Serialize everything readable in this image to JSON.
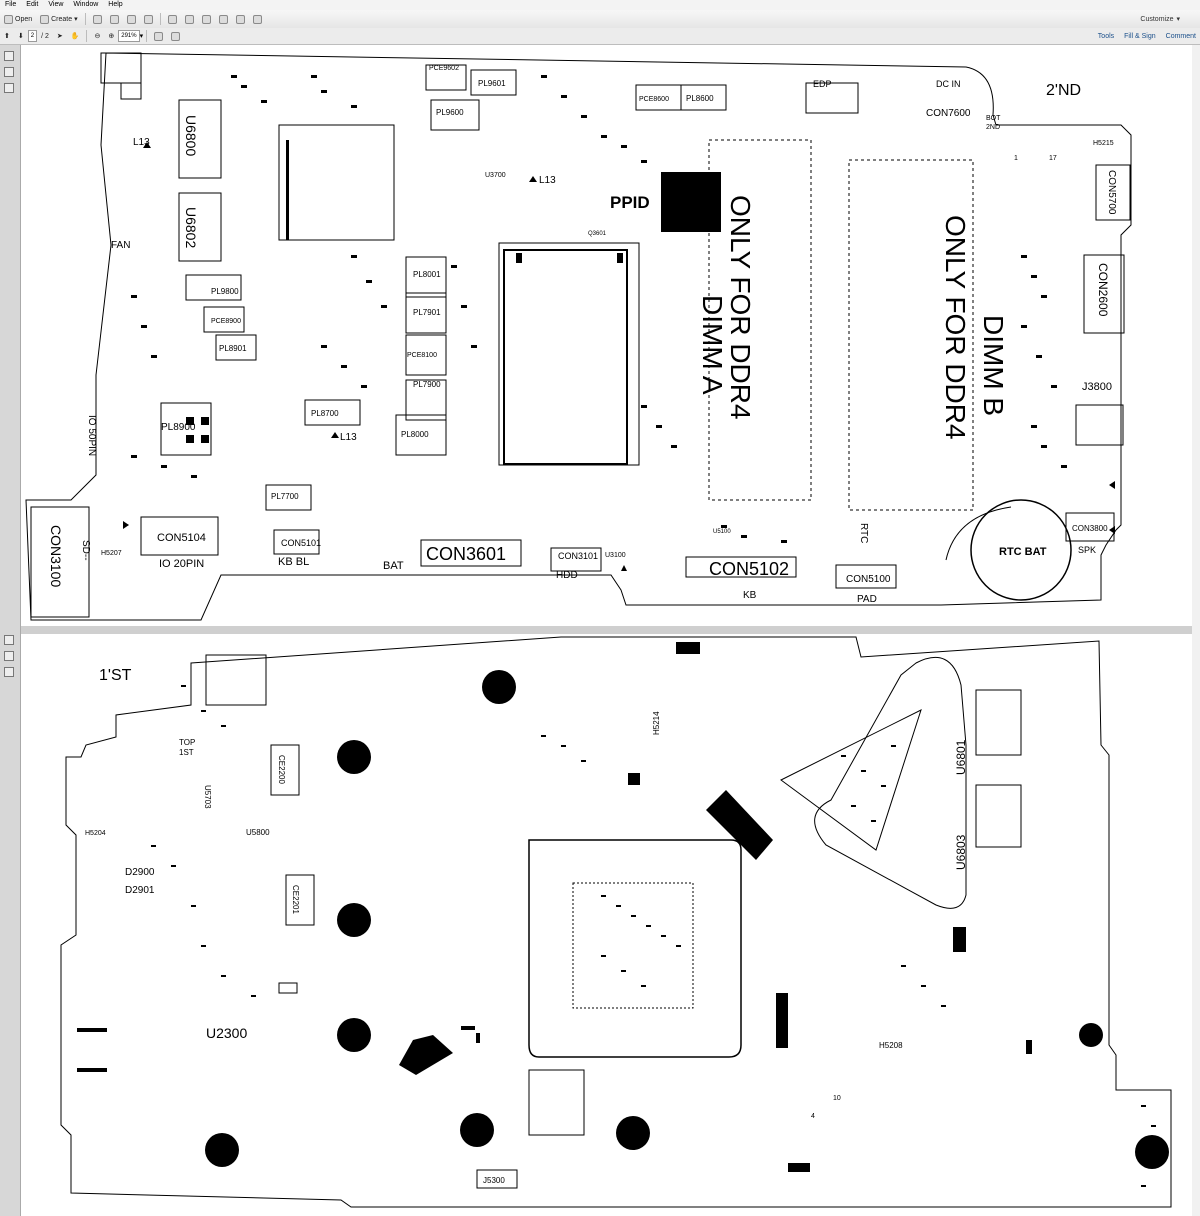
{
  "menu": [
    "File",
    "Edit",
    "View",
    "Window",
    "Help"
  ],
  "toolbar": {
    "open_label": "Open",
    "create_label": "Create",
    "customize_label": "Customize",
    "page_current": "2",
    "page_total": "/ 2",
    "zoom": "291%",
    "tools_label": "Tools",
    "fill_sign_label": "Fill & Sign",
    "comment_label": "Comment"
  },
  "schematic": {
    "side2_label": "2'ND",
    "side1_label": "1'ST",
    "ppid": "PPID",
    "dimm_a_line1": "ONLY FOR DDR4",
    "dimm_a_line2": "DIMM A",
    "dimm_b_line1": "DIMM B",
    "dimm_b_line2": "ONLY FOR DDR4",
    "edp": "EDP",
    "dc_in": "DC IN",
    "con7600": "CON7600",
    "bot2nd_1": "BOT",
    "bot2nd_2": "2ND",
    "h5215": "H5215",
    "con5700": "CON5700",
    "con2600": "CON2600",
    "j3800": "J3800",
    "con3800": "CON3800",
    "spk": "SPK",
    "rtc_bat": "RTC BAT",
    "rtc": "RTC",
    "con5100": "CON5100",
    "pad": "PAD",
    "con5102": "CON5102",
    "kb": "KB",
    "hdd": "HDD",
    "con3101": "CON3101",
    "con3601": "CON3601",
    "bat": "BAT",
    "con5101": "CON5101",
    "kb_bl": "KB BL",
    "con5104": "CON5104",
    "io20": "IO 20PIN",
    "io50": "IO 50PIN",
    "con3100": "CON3100",
    "sd": "SD--",
    "h5207": "H5207",
    "fan": "FAN",
    "u6800": "U6800",
    "u6802": "U6802",
    "l13a": "L13",
    "l13b": "L13",
    "l13c": "L13",
    "pl9800": "PL9800",
    "pl8901": "PL8901",
    "pl8900": "PL8900",
    "pl8700": "PL8700",
    "pl7700": "PL7700",
    "pl9601": "PL9601",
    "pl9600": "PL9600",
    "pl8600": "PL8600",
    "pl8001": "PL8001",
    "pl7901": "PL7901",
    "pl7900": "PL7900",
    "pl8000": "PL8000",
    "pce9602": "PCE9602",
    "pce8600": "PCE8600",
    "pce8900": "PCE8900",
    "pce8100": "PCE8100",
    "q3601": "Q3601",
    "u3700": "U3700",
    "u5100": "U5100",
    "u3100": "U3100",
    "u6801": "U6801",
    "u6803": "U6803",
    "u2300": "U2300",
    "u5800": "U5800",
    "u5703": "U5703",
    "h5214": "H5214",
    "h5204": "H5204",
    "h5208": "H5208",
    "j5300": "J5300",
    "d2900": "D2900",
    "d2901": "D2901",
    "top": "TOP",
    "top1st": "1ST",
    "ec2200": "CE2200",
    "ec2201": "CE2201",
    "pin1": "1",
    "pin17": "17",
    "pin10": "10",
    "pin4": "4"
  }
}
